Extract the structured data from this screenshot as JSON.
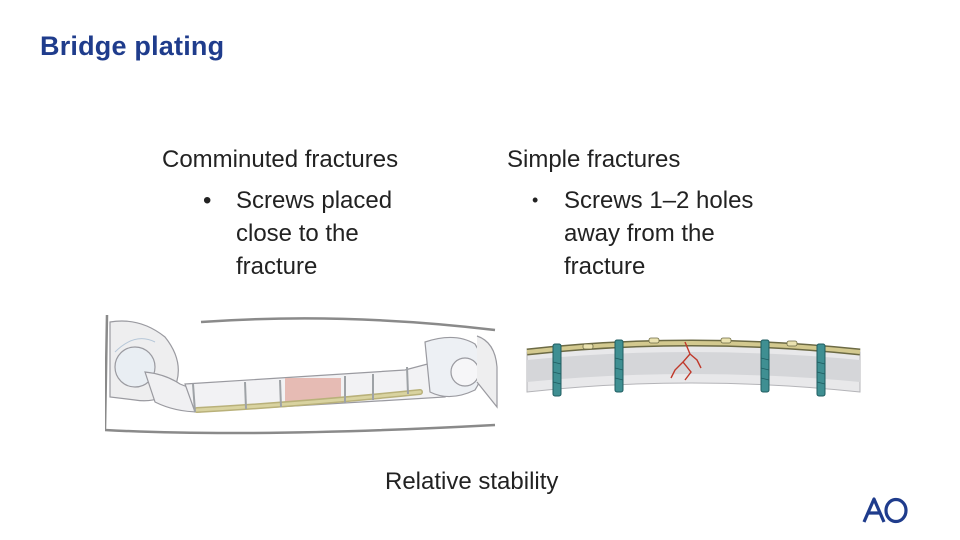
{
  "slide": {
    "title": "Bridge plating",
    "footer": "Relative stability",
    "brand_color": "#1f3c8c",
    "logo_text": "AO"
  },
  "columns": [
    {
      "heading": "Comminuted fractures",
      "bullets": [
        {
          "marker": "•",
          "lines": [
            "Screws placed",
            "close to the",
            "fracture"
          ]
        }
      ]
    },
    {
      "heading": "Simple fractures",
      "bullets": [
        {
          "marker": "•",
          "lines": [
            "Screws 1–2 holes",
            "away from the",
            "fracture"
          ]
        }
      ]
    }
  ],
  "illustrations": [
    {
      "name": "femur-bridge-plate",
      "icon": "femur-illustration"
    },
    {
      "name": "simple-fracture-plate",
      "icon": "plate-cross-section-illustration"
    }
  ]
}
